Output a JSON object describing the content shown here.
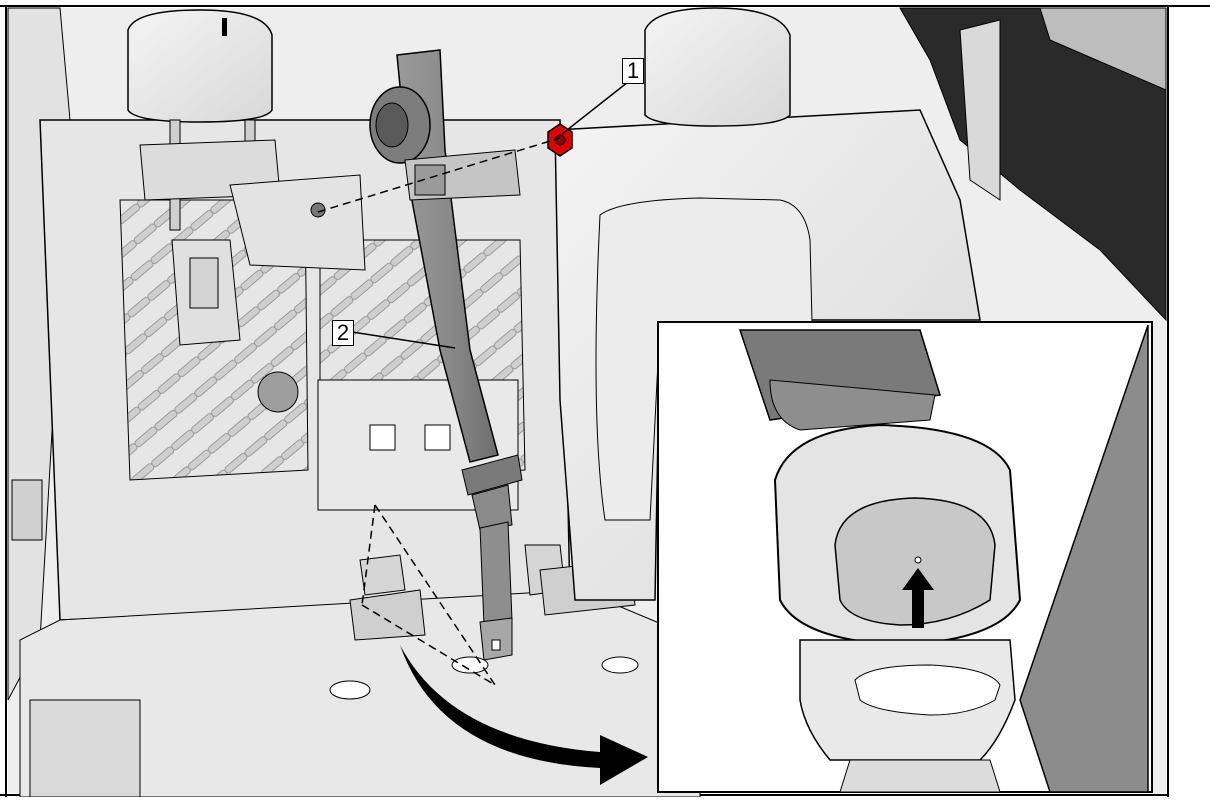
{
  "figure": {
    "callouts": [
      {
        "id": "1",
        "label": "1",
        "part": "seat-belt-anchor-bolt"
      },
      {
        "id": "2",
        "label": "2",
        "part": "seat-belt"
      }
    ],
    "inset": {
      "detail": "seat-belt-latch-plate",
      "indicator": "arrow-icon"
    },
    "colors": {
      "line": "#000000",
      "part_fill": "#e9e9e9",
      "belt_fill": "#8a8a8a",
      "bolt_highlight": "#e00000",
      "background": "#ffffff"
    }
  }
}
